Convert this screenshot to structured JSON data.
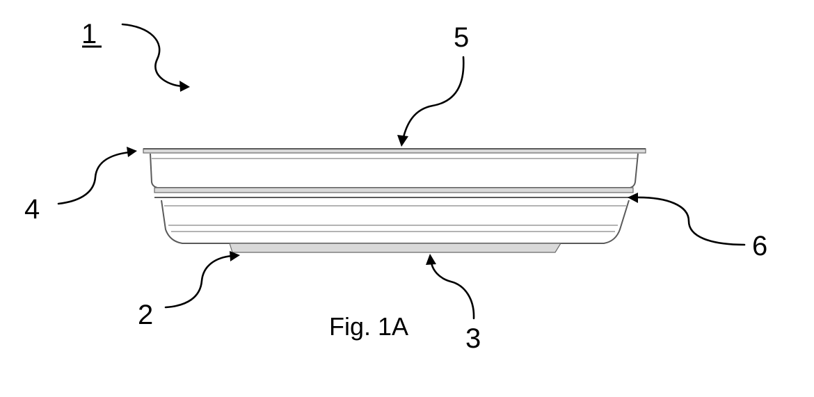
{
  "figure": {
    "caption": "Fig. 1A",
    "labels": {
      "capsule": "1",
      "bottom_outer": "2",
      "bottom_center": "3",
      "flange": "4",
      "lid": "5",
      "side_wall": "6"
    }
  },
  "colors": {
    "ink": "#000000",
    "outline": "#5a5a5a",
    "band": "#d9d9d9"
  }
}
